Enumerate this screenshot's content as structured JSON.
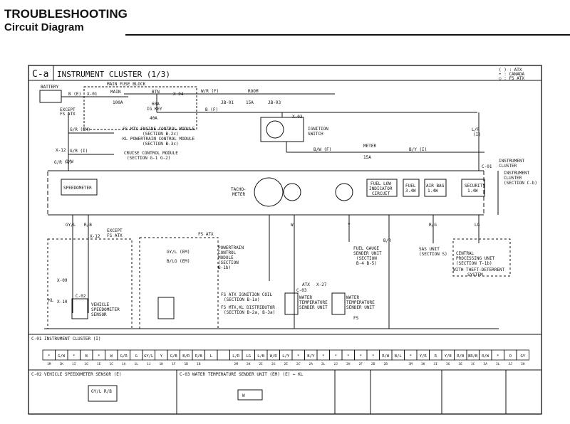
{
  "header": {
    "title": "TROUBLESHOOTING",
    "subtitle": "Circuit Diagram"
  },
  "panel": {
    "code": "C-a",
    "title": "INSTRUMENT CLUSTER (1/3)"
  },
  "legend": {
    "line1": "( )  : ATX",
    "line2": "   •  : CANADA",
    "line3": "○  : FS ATX"
  },
  "labels": {
    "battery": "BATTERY",
    "main_fuse_block": "MAIN FUSE BLOCK",
    "main": "MAIN",
    "main_amp": "100A",
    "btn": "BTN",
    "btn_amp": "60A",
    "ig_key": "IG KEY",
    "ig_key_amp": "40A",
    "xq1": "X-01",
    "xq2": "X-04",
    "wr": "W/R (F)",
    "b_f": "B (F)",
    "b_e": "B (E)",
    "jb01": "JB-01",
    "jb03": "JB-03",
    "room": "ROOM",
    "room_amp": "15A",
    "except_fs": "EXCEPT",
    "except_fs2": "FS ATX",
    "gr_em": "G/R (EM)",
    "fs_mtx": "FS MTX ENGINE CONTROL MODULE",
    "fs_mtx2": "(SECTION B-2c)",
    "kl_pcm": "KL POWERTRAIN CONTROL MODULE",
    "kl_pcm2": "(SECTION B-3c)",
    "x12": "X-12",
    "gr_i": "G/R (I)",
    "cruise": "CRUISE CONTROL MODULE",
    "cruise2": "(SECTION G-1 G-2)",
    "gr_i2": "G/R (I)",
    "ign_switch": "IGNITION",
    "ign_switch2": "SWITCH",
    "x03": "X-03",
    "bw_f": "B/W (F)",
    "meter": "METER",
    "meter_amp": "15A",
    "by_i": "B/Y (I)",
    "lr_i": "L/R",
    "lr_i2": "(I)",
    "c01": "C-01",
    "inst_cluster": "INSTRUMENT",
    "inst_cluster2": "CLUSTER",
    "inst_ref": "INSTRUMENT",
    "inst_ref2": "CLUSTER",
    "inst_ref3": "(SECTION C-b)",
    "speedometer": "SPEEDOMETER",
    "tacho": "TACHO-",
    "tacho2": "METER",
    "fuel_low": "FUEL LOW",
    "fuel_low2": "INDICATOR",
    "fuel_low3": "CIRCUIT",
    "fuel_box": "FUEL",
    "fuel_amp": "3.4W",
    "airbag": "AIR BAG",
    "airbag_amp": "1.4W",
    "security": "SECURITY",
    "security_amp": "1.4W",
    "gyl": "GY/L",
    "rb": "R/B",
    "except_fs_atx": "EXCEPT",
    "except_fs_atx2": "FS ATX",
    "fs_atx": "FS ATX",
    "x12b": "X-12",
    "c02": "C-02",
    "vss": "VEHICLE",
    "vss2": "SPEEDOMETER",
    "vss3": "SENSOR",
    "x09": "X-09",
    "x10": "X-10",
    "kl": "KL",
    "gyl_em": "GY/L (EM)",
    "blg_em": "B/LG (EM)",
    "pcm": "POWERTRAIN",
    "pcm2": "CONTROL",
    "pcm3": "MODULE",
    "pcm4": "(SECTION",
    "pcm5": "B-1b)",
    "fs_atx_coil": "FS ATX IGNITION COIL",
    "fs_atx_coil2": "(SECTION B-1a)",
    "fs_mtx_dist": "FS MTX,KL DISTRIBUTOR",
    "fs_mtx_dist2": "(SECTION B-2a, B-3a)",
    "wt_sensor": "WATER",
    "wt_sensor2": "TEMPERATURE",
    "wt_sensor3": "SENDER UNIT",
    "atx": "ATX",
    "x27": "X-27",
    "c03": "C-03",
    "fs": "FS",
    "fuel_gauge": "FUEL GAUGE",
    "fuel_gauge2": "SENDER UNIT",
    "fuel_gauge3": "(SECTION",
    "fuel_gauge4": "B-4 B-5)",
    "y_i": "Y",
    "br_i": "B/R",
    "rg_i": "R/G",
    "sas": "SAS UNIT",
    "sas2": "(SECTION S)",
    "lg_i": "LG",
    "cpu": "CENTRAL",
    "cpu2": "PROCESSING UNIT",
    "cpu3": "(SECTION T-1b)",
    "theft": "WITH THEFT-DETERRENT",
    "theft2": "SYSTEM",
    "gw": "G/W",
    "w": "W"
  },
  "connector_c01": {
    "title": "C-01 INSTRUMENT CLUSTER (I)",
    "row_top": [
      "*",
      "G/W",
      "*",
      "B",
      "*",
      "W",
      "G/R",
      "G",
      "GY/L",
      "Y",
      "G/B",
      "B/R",
      "R/B",
      "L",
      "",
      "L/R",
      "LG",
      "L/B",
      "W/R",
      "L/Y",
      "*",
      "B/Y",
      "*",
      "*",
      "*",
      "*",
      "*",
      "R/W",
      "B/L",
      "*",
      "Y/R",
      "R",
      "Y/B",
      "R/B",
      "BR/B",
      "R/W",
      "*",
      "O",
      "GY"
    ],
    "row_bot": [
      "1M",
      "1K",
      "1I",
      "1G",
      "1E",
      "1C",
      "1A",
      "1L",
      "1J",
      "1H",
      "1F",
      "1D",
      "1B",
      "",
      "",
      "2M",
      "2K",
      "2I",
      "2G",
      "2E",
      "2C",
      "2A",
      "2L",
      "2J",
      "2H",
      "2F",
      "2D",
      "2B",
      "",
      "3M",
      "3K",
      "3I",
      "3G",
      "3E",
      "3C",
      "3A",
      "3L",
      "3J",
      "3H"
    ]
  },
  "connector_c02": {
    "title": "C-02 VEHICLE SPEEDOMETER SENSOR (E)",
    "pin1": "GY/L",
    "pin2": "R/B",
    "pin2b": "GY/L R/B"
  },
  "connector_c03": {
    "title": "C-03 WATER TEMPERATURE SENDER UNIT (EM) (E) ← KL",
    "pin": "W"
  }
}
